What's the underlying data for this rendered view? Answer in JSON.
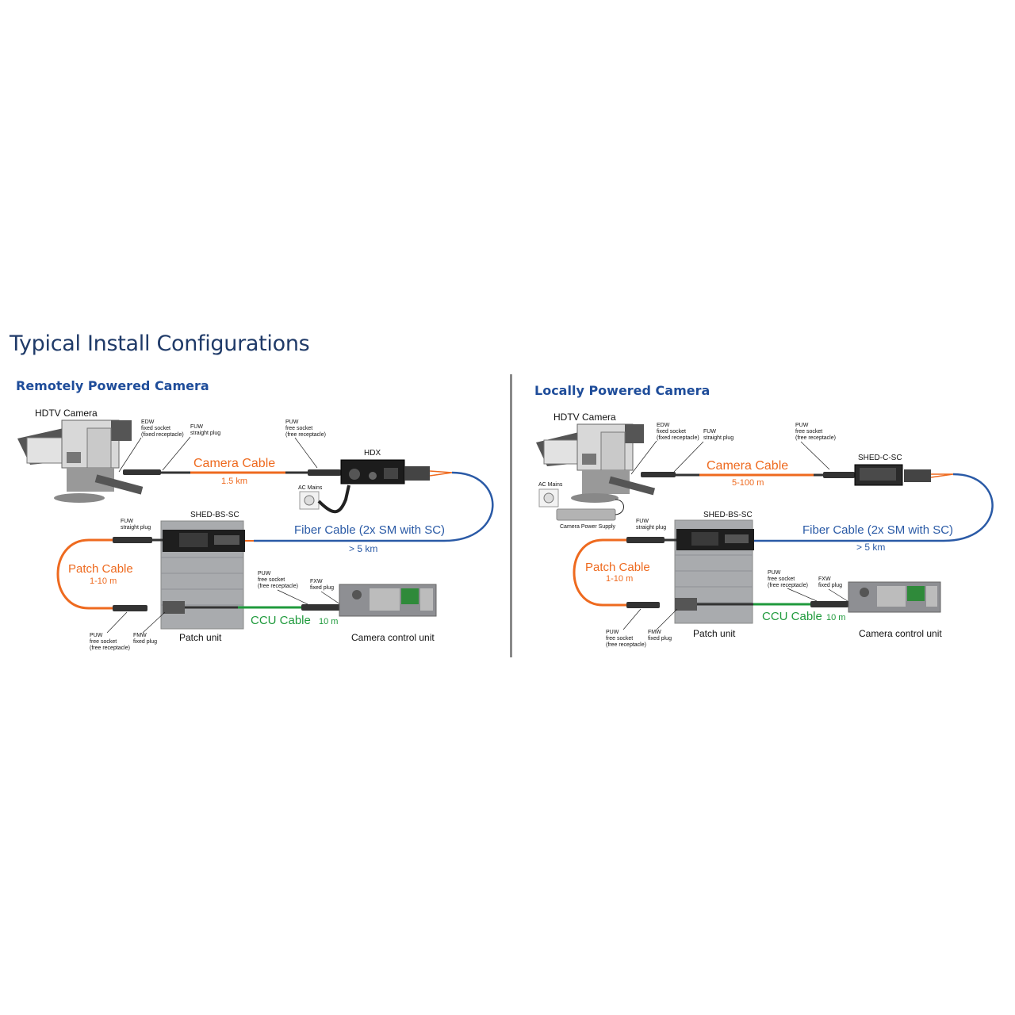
{
  "page": {
    "title": "Typical Install Configurations"
  },
  "panels": [
    {
      "title": "Remotely Powered Camera",
      "camera": "HDTV Camera",
      "edw": {
        "name": "EDW",
        "line1": "fixed socket",
        "line2": "(fixed receptacle)"
      },
      "fuw_top": {
        "name": "FUW",
        "line1": "straight plug"
      },
      "puw_top": {
        "name": "PUW",
        "line1": "free socket",
        "line2": "(free receptacle)"
      },
      "converter": "HDX",
      "ac_mains": "AC Mains",
      "camera_cable": {
        "label": "Camera Cable",
        "length": "1.5 km"
      },
      "fiber_cable": {
        "label": "Fiber Cable (2x SM with SC)",
        "length": "> 5 km"
      },
      "shed": "SHED-BS-SC",
      "fuw_left": {
        "name": "FUW",
        "line1": "straight plug"
      },
      "patch_cable": {
        "label": "Patch Cable",
        "length": "1-10 m"
      },
      "puw_bottom": {
        "name": "PUW",
        "line1": "free socket",
        "line2": "(free receptacle)"
      },
      "fmw": {
        "name": "FMW",
        "line1": "fixed plug"
      },
      "patch_unit": "Patch unit",
      "puw_ccu": {
        "name": "PUW",
        "line1": "free socket",
        "line2": "(free receptacle)"
      },
      "fxw": {
        "name": "FXW",
        "line1": "fixed plug"
      },
      "ccu_cable": {
        "label": "CCU Cable",
        "length": "10 m"
      },
      "ccu": "Camera control unit"
    },
    {
      "title": "Locally Powered Camera",
      "camera": "HDTV Camera",
      "edw": {
        "name": "EDW",
        "line1": "fixed socket",
        "line2": "(fixed receptacle)"
      },
      "fuw_top": {
        "name": "FUW",
        "line1": "straight plug"
      },
      "puw_top": {
        "name": "PUW",
        "line1": "free socket",
        "line2": "(free receptacle)"
      },
      "converter": "SHED-C-SC",
      "ac_mains": "AC Mains",
      "power_supply": "Camera Power Supply",
      "camera_cable": {
        "label": "Camera Cable",
        "length": "5-100 m"
      },
      "fiber_cable": {
        "label": "Fiber Cable (2x SM with SC)",
        "length": "> 5 km"
      },
      "shed": "SHED-BS-SC",
      "fuw_left": {
        "name": "FUW",
        "line1": "straight plug"
      },
      "patch_cable": {
        "label": "Patch Cable",
        "length": "1-10 m"
      },
      "puw_bottom": {
        "name": "PUW",
        "line1": "free socket",
        "line2": "(free receptacle)"
      },
      "fmw": {
        "name": "FMW",
        "line1": "fixed plug"
      },
      "patch_unit": "Patch unit",
      "puw_ccu": {
        "name": "PUW",
        "line1": "free socket",
        "line2": "(free receptacle)"
      },
      "fxw": {
        "name": "FXW",
        "line1": "fixed plug"
      },
      "ccu_cable": {
        "label": "CCU Cable",
        "length": "10 m"
      },
      "ccu": "Camera control unit"
    }
  ],
  "colors": {
    "title": "#1f3a68",
    "panel_title": "#1f4d9a",
    "camera_cable": "#ee6a1f",
    "fiber_cable": "#2a5aa6",
    "ccu_cable": "#1f9a3c"
  }
}
